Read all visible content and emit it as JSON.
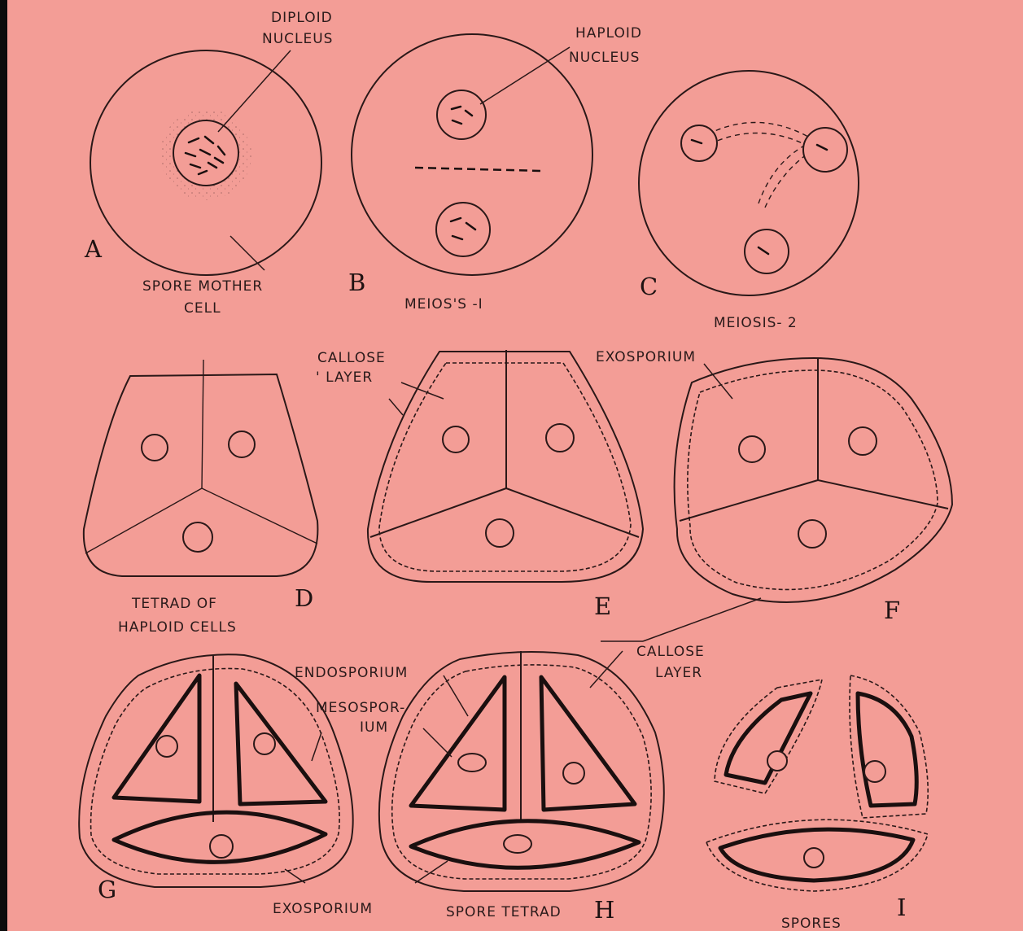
{
  "labels": {
    "diploid_nucleus_1": "DIPLOID",
    "diploid_nucleus_2": "NUCLEUS",
    "haploid_nucleus_1": "HAPLOID",
    "haploid_nucleus_2": "NUCLEUS",
    "spore_mother_cell_1": "SPORE MOTHER",
    "spore_mother_cell_2": "CELL",
    "meiosis_1": "MEIOS'S -I",
    "meiosis_2": "MEIOSIS- 2",
    "callose_layer_e_1": "CALLOSE",
    "callose_layer_e_2": "' LAYER",
    "exosporium_f": "EXOSPORIUM",
    "tetrad_1": "TETRAD  OF",
    "tetrad_2": "HAPLOID  CELLS",
    "callose_layer_h_1": "CALLOSE",
    "callose_layer_h_2": "LAYER",
    "endosporium": "ENDOSPORIUM",
    "mesosporium_1": "MESOSPOR-",
    "mesosporium_2": "IUM",
    "exosporium_g": "EXOSPORIUM",
    "spore_tetrad": "SPORE  TETRAD",
    "spores": "SPORES"
  },
  "panel_letters": {
    "a": "A",
    "b": "B",
    "c": "C",
    "d": "D",
    "e": "E",
    "f": "F",
    "g": "G",
    "h": "H",
    "i": "I"
  }
}
